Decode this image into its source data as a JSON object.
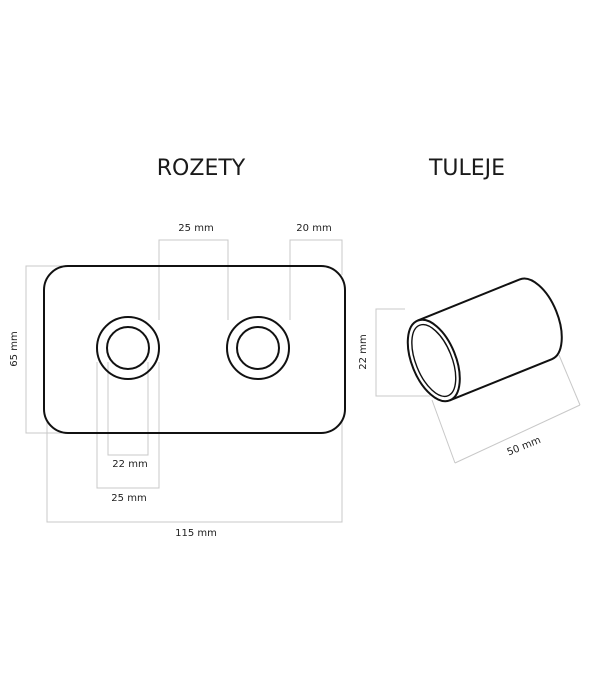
{
  "titles": {
    "left": "ROZETY",
    "right": "TULEJE"
  },
  "rozety": {
    "dimensions": {
      "hole_spacing": "25 mm",
      "edge_offset": "20 mm",
      "height": "65 mm",
      "inner_diameter": "22 mm",
      "outer_diameter": "25 mm",
      "width": "115 mm"
    }
  },
  "tuleje": {
    "dimensions": {
      "diameter": "22 mm",
      "length": "50 mm"
    }
  },
  "colors": {
    "outline": "#111111",
    "dimension_line": "#c8c8c8",
    "text": "#222222"
  }
}
